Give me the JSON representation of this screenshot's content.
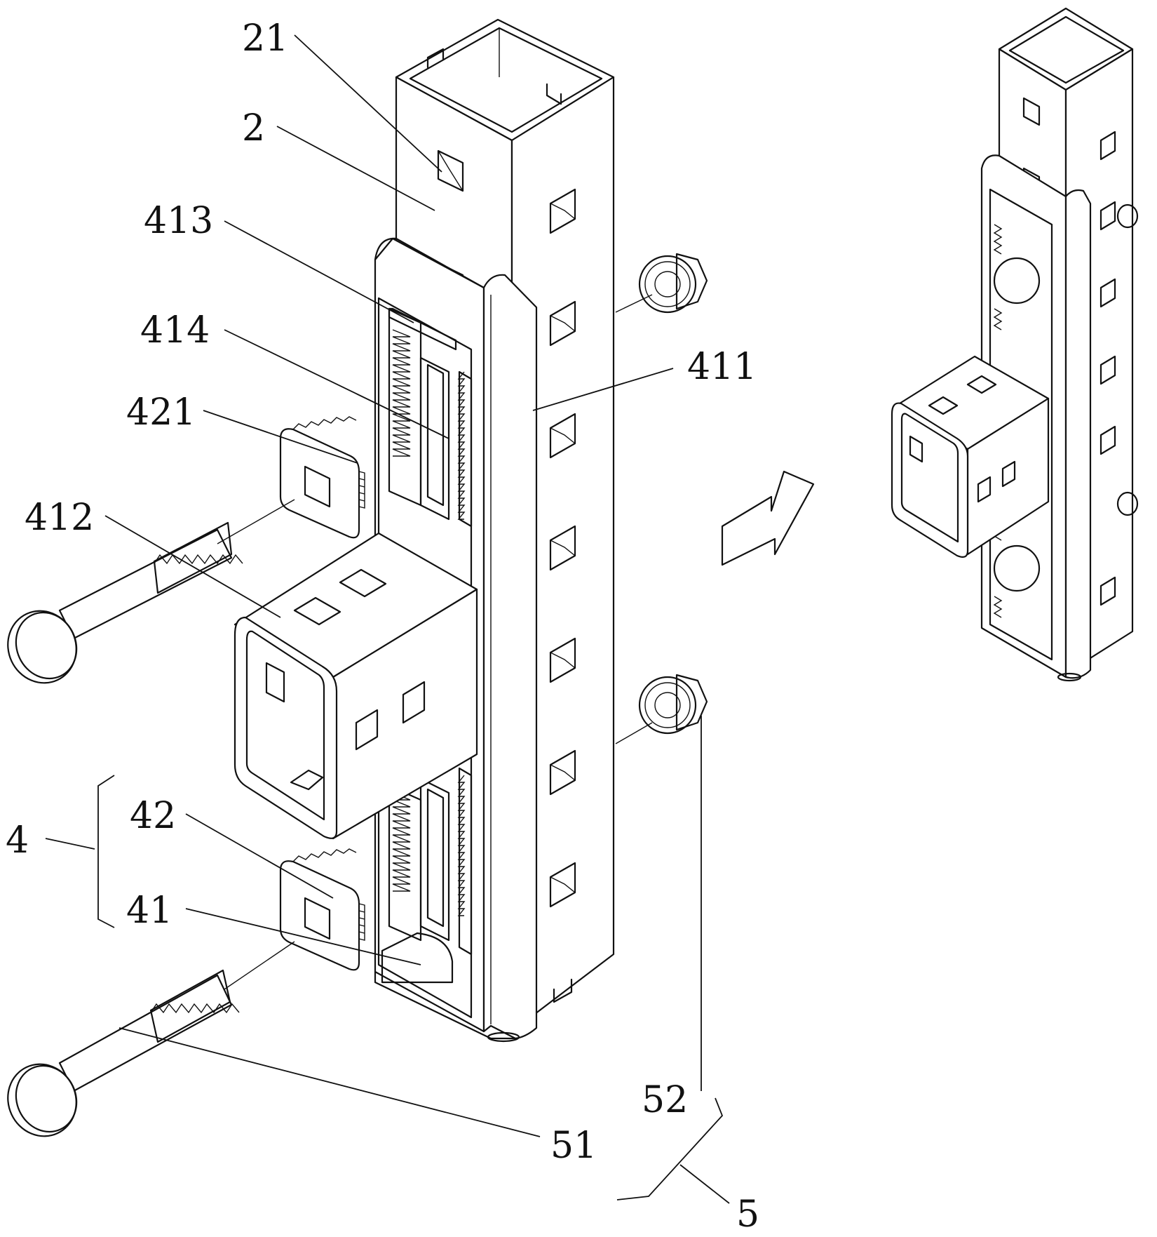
{
  "labels": {
    "l21": "21",
    "l2": "2",
    "l413": "413",
    "l414": "414",
    "l421": "421",
    "l412": "412",
    "l411": "411",
    "l4": "4",
    "l42": "42",
    "l41": "41",
    "l51": "51",
    "l52": "52",
    "l5": "5"
  }
}
